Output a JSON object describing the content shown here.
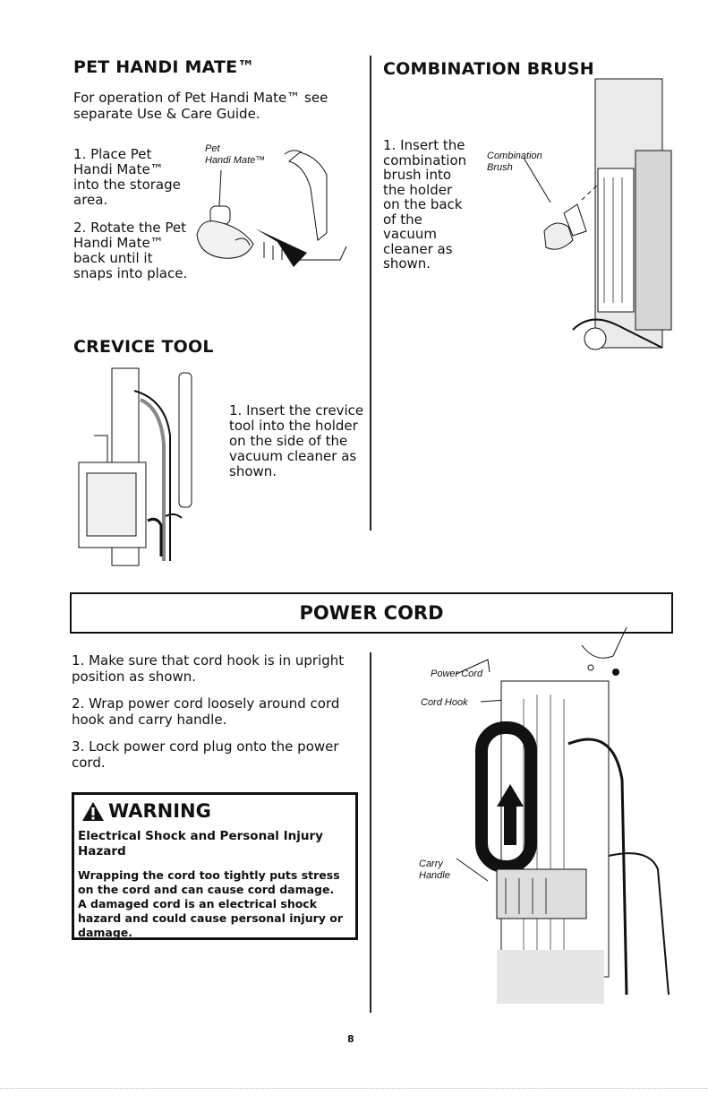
{
  "pet_handi_mate": {
    "heading": "PET HANDI MATE™",
    "intro": [
      "For operation of Pet Handi Mate™ see",
      "separate Use & Care Guide."
    ],
    "step1": [
      "1. Place Pet",
      "Handi Mate™",
      "into the storage",
      "area."
    ],
    "step2": [
      "2. Rotate the Pet",
      "Handi Mate™",
      "back until it",
      "snaps into place."
    ],
    "label": [
      "Pet",
      "Handi Mate™"
    ]
  },
  "crevice_tool": {
    "heading": "CREVICE TOOL",
    "step1": [
      "1. Insert the crevice",
      "tool into the holder",
      "on the side of the",
      "vacuum cleaner as",
      "shown."
    ]
  },
  "combination_brush": {
    "heading": "COMBINATION BRUSH",
    "step1": [
      "1. Insert the",
      "combination",
      "brush into",
      "the holder",
      "on the back",
      "of the",
      "vacuum",
      "cleaner as",
      "shown."
    ],
    "label": [
      "Combination",
      "Brush"
    ]
  },
  "power_cord": {
    "heading": "POWER CORD",
    "step1": [
      "1. Make sure that cord hook is in upright",
      "position as shown."
    ],
    "step2": [
      "2. Wrap power cord loosely around cord",
      "hook and carry handle."
    ],
    "step3": [
      "3. Lock power cord plug onto the power",
      "cord."
    ],
    "labels": {
      "power_cord": "Power Cord",
      "cord_hook": "Cord Hook",
      "carry": "Carry",
      "handle": "Handle"
    }
  },
  "warning": {
    "title": "WARNING",
    "subtitle": [
      "Electrical Shock and Personal Injury",
      "Hazard"
    ],
    "body": [
      "Wrapping the cord too tightly puts stress",
      "on the cord and can cause cord damage.",
      "A damaged cord is an electrical shock",
      "hazard and could cause personal injury or",
      "damage."
    ]
  },
  "page_number": "8",
  "icons": {
    "warning": "warning-triangle-icon"
  }
}
